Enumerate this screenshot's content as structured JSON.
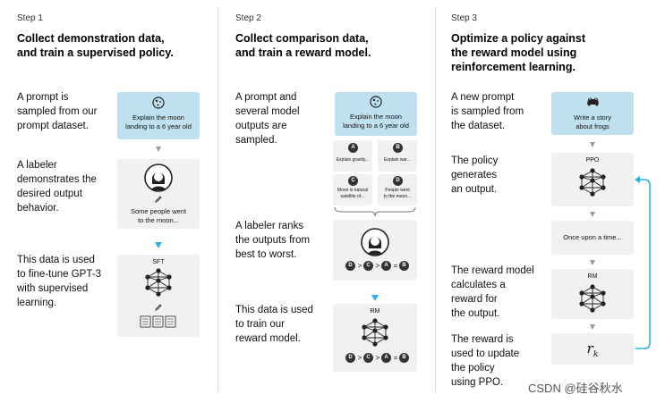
{
  "steps": [
    {
      "label": "Step 1",
      "heading_line1": "Collect demonstration data,",
      "heading_line2": "and train a supervised policy.",
      "desc1": [
        "A prompt is",
        "sampled from our",
        "prompt dataset."
      ],
      "desc2": [
        "A labeler",
        "demonstrates the",
        "desired output",
        "behavior."
      ],
      "desc3": [
        "This data is used",
        "to fine-tune GPT-3",
        "with supervised",
        "learning."
      ],
      "prompt_text": [
        "Explain the moon",
        "landing to a 6 year old"
      ],
      "demo_text": [
        "Some people went",
        "to the moon..."
      ],
      "model_label": "SFT"
    },
    {
      "label": "Step 2",
      "heading_line1": "Collect comparison data,",
      "heading_line2": "and train a reward model.",
      "desc1": [
        "A prompt and",
        "several model",
        "outputs are",
        "sampled."
      ],
      "desc2": [
        "A labeler ranks",
        "the outputs from",
        "best to worst."
      ],
      "desc3": [
        "This data is used",
        "to train our",
        "reward model."
      ],
      "prompt_text": [
        "Explain the moon",
        "landing to a 6 year old"
      ],
      "outputs": [
        {
          "letter": "A",
          "text": [
            "Explain gravity..."
          ]
        },
        {
          "letter": "B",
          "text": [
            "Explain war..."
          ]
        },
        {
          "letter": "C",
          "text": [
            "Moon is natural",
            "satellite of..."
          ]
        },
        {
          "letter": "D",
          "text": [
            "People went",
            "to the moon..."
          ]
        }
      ],
      "ranking": [
        "D",
        ">",
        "C",
        ">",
        "A",
        "=",
        "B"
      ],
      "model_label": "RM"
    },
    {
      "label": "Step 3",
      "heading_line1": "Optimize a policy against",
      "heading_line2": "the reward model using",
      "heading_line3": "reinforcement learning.",
      "desc1": [
        "A new prompt",
        "is sampled from",
        "the dataset."
      ],
      "desc2": [
        "The policy",
        "generates",
        "an output."
      ],
      "desc3": [
        "The reward model",
        "calculates a",
        "reward for",
        "the output."
      ],
      "desc4": [
        "The reward is",
        "used to update",
        "the policy",
        "using PPO."
      ],
      "prompt_text": [
        "Write a story",
        "about frogs"
      ],
      "policy_label": "PPO",
      "output_text": "Once upon a time...",
      "rm_label": "RM",
      "reward_symbol": "r",
      "reward_subscript": "k"
    }
  ],
  "watermark": "CSDN @硅谷秋水",
  "colors": {
    "prompt_box": "#bfe0ee",
    "model_box": "#f1f1ef",
    "blue_arrow": "#2eb2e6",
    "gray_arrow": "#9a9a9a"
  }
}
